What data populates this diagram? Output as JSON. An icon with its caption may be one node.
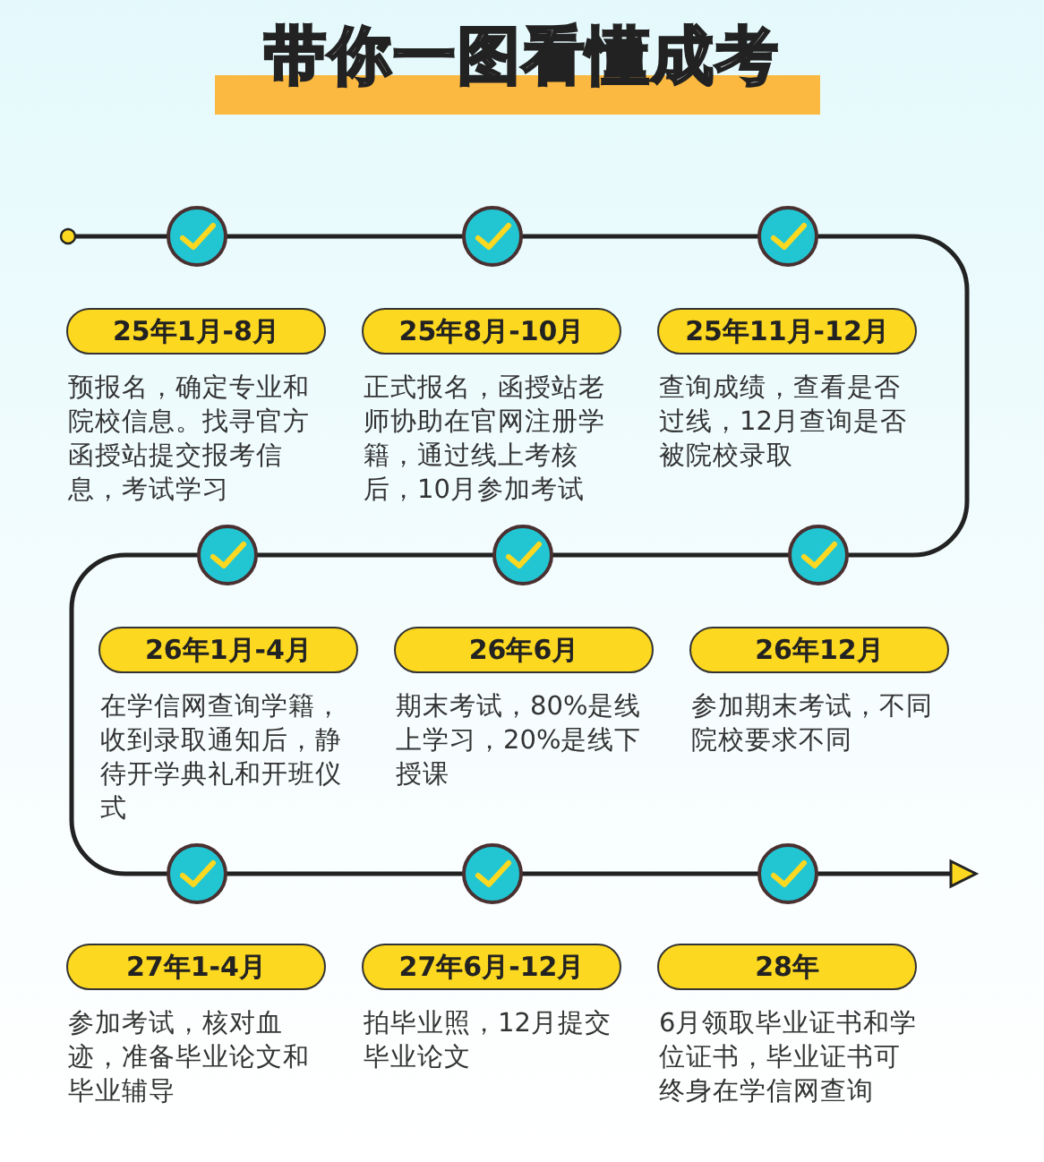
{
  "diagram": {
    "title": "带你一图看懂成考",
    "nodes": [
      {
        "text": [
          "25年1月-8月"
        ],
        "beside": [
          "预报名，确定专业和院校信息。找寻官方函授站提交报考信息，考试学习"
        ]
      },
      {
        "text": [
          "25年8月-10月"
        ],
        "beside": [
          "正式报名，函授站老师协助在官网注册学籍，通过线上考核后，10月参加考试"
        ]
      },
      {
        "text": [
          "25年11月-12月"
        ],
        "beside": [
          "查询成绩，查看是否过线，12月查询是否被院校录取"
        ]
      },
      {
        "text": [
          "26年1月-4月"
        ],
        "beside": [
          "在学信网查询学籍，收到录取通知后，静待开学典礼和开班仪式"
        ]
      },
      {
        "text": [
          "26年6月"
        ],
        "beside": [
          "期末考试，80%是线上学习，20%是线下授课"
        ]
      },
      {
        "text": [
          "26年12月"
        ],
        "beside": [
          "参加期末考试，不同院校要求不同"
        ]
      },
      {
        "text": [
          "27年1-4月"
        ],
        "beside": [
          "参加考试，核对血迹，准备毕业论文和毕业辅导"
        ]
      },
      {
        "text": [
          "27年6月-12月"
        ],
        "beside": [
          "拍毕业照，12月提交毕业论文"
        ]
      },
      {
        "text": [
          "28年"
        ],
        "beside": [
          "6月领取毕业证书和学位证书，毕业证书可终身在学信网查询"
        ]
      }
    ]
  }
}
